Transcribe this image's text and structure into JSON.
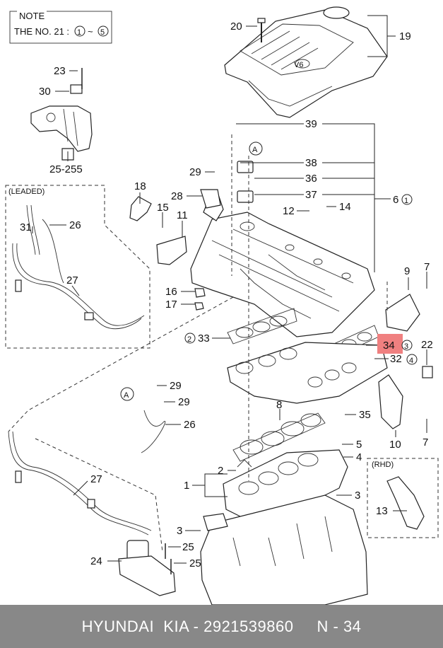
{
  "note": {
    "title": "NOTE",
    "text": "THE NO. 21 :",
    "range_from": "1",
    "range_sep": "~",
    "range_to": "5"
  },
  "boxes": {
    "leaded": "(LEADED)",
    "rhd": "(RHD)"
  },
  "cover_badge": "V6",
  "callouts": {
    "c20": "20",
    "c19": "19",
    "c23": "23",
    "c30": "30",
    "c25_255": "25-255",
    "c39": "39",
    "cA1": "A",
    "c38": "38",
    "c36": "36",
    "c37": "37",
    "c29a": "29",
    "c28": "28",
    "c18": "18",
    "c15": "15",
    "c11": "11",
    "c12": "12",
    "c14": "14",
    "c6": "6",
    "c6_ref": "1",
    "c31": "31",
    "c26a": "26",
    "c27a": "27",
    "c9": "9",
    "c7a": "7",
    "c16": "16",
    "c17": "17",
    "c33": "33",
    "c33_ref": "2",
    "c34": "34",
    "c34_ref": "3",
    "c22": "22",
    "c32": "32",
    "c32_ref": "4",
    "c29b": "29",
    "c29c": "29",
    "cA2": "A",
    "c26b": "26",
    "c8": "8",
    "c35": "35",
    "c5": "5",
    "c4": "4",
    "c10": "10",
    "c7b": "7",
    "c2": "2",
    "c1": "1",
    "c27b": "27",
    "c3a": "3",
    "c3b": "3",
    "c13": "13",
    "c25a": "25",
    "c24": "24",
    "c25b": "25"
  },
  "highlight_color": "#f08080",
  "footer": {
    "text": "HYUNDAI  KIA - 2921539860     N - 34",
    "bg": "#888888"
  }
}
